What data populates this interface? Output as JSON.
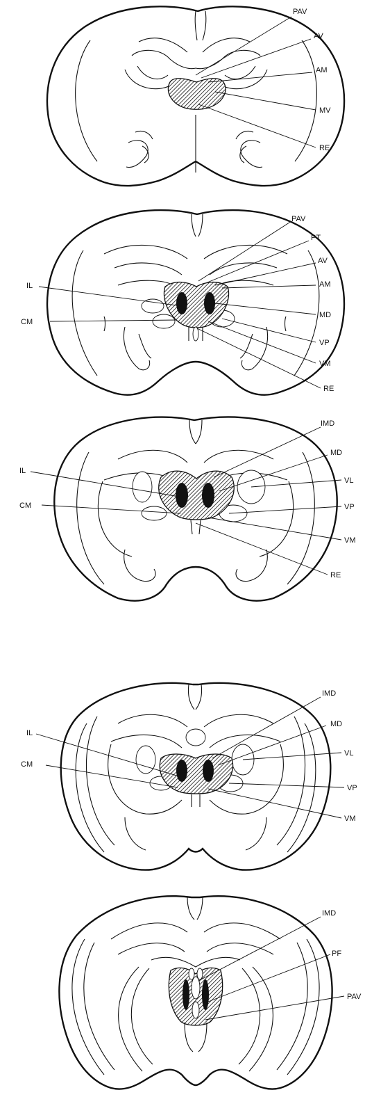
{
  "sections": [
    {
      "id": "s1",
      "labels": [
        "PAV",
        "AV",
        "AM",
        "MV",
        "RE"
      ]
    },
    {
      "id": "s2",
      "labels": [
        "PAV",
        "PT",
        "AV",
        "AM",
        "MD",
        "VP",
        "VM",
        "RE",
        "IL",
        "CM"
      ]
    },
    {
      "id": "s3",
      "labels": [
        "IMD",
        "MD",
        "VL",
        "VP",
        "VM",
        "RE",
        "IL",
        "CM"
      ]
    },
    {
      "id": "s4",
      "labels": [
        "IMD",
        "MD",
        "VL",
        "VP",
        "VM",
        "IL",
        "CM"
      ]
    },
    {
      "id": "s5",
      "labels": [
        "IMD",
        "PF",
        "PAV"
      ]
    }
  ],
  "colors": {
    "ink": "#111111",
    "paper": "#ffffff"
  }
}
